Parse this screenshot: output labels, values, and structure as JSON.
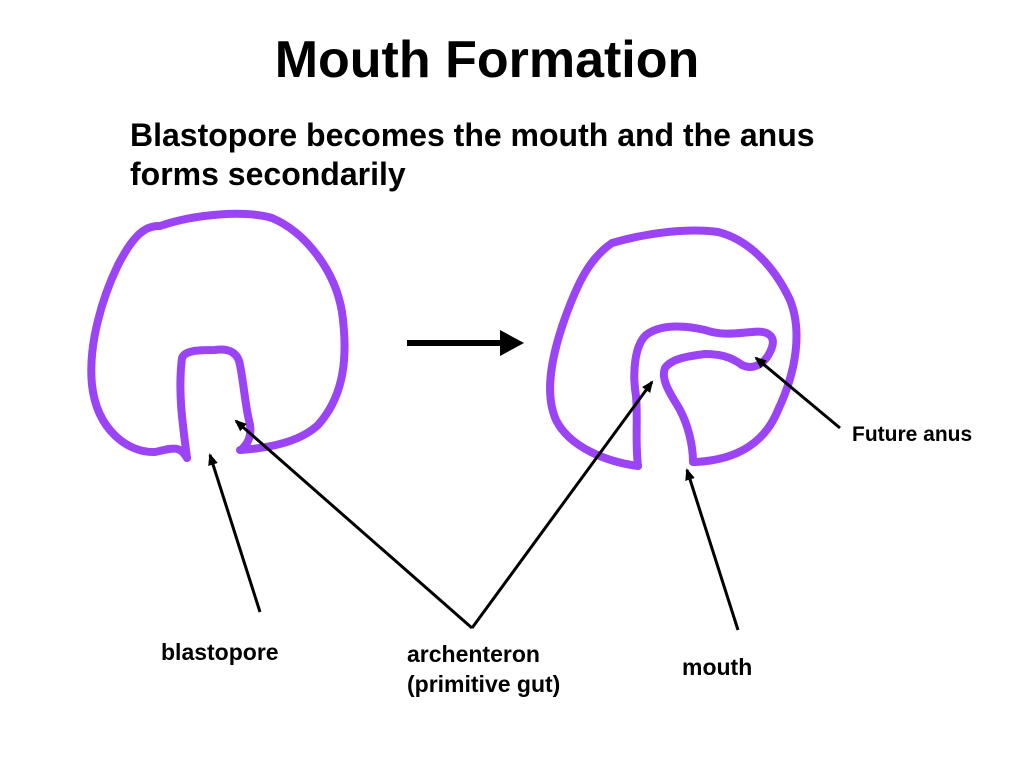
{
  "slide": {
    "title": "Mouth Formation",
    "subtitle": "Blastopore becomes the mouth and the anus forms secondarily"
  },
  "labels": {
    "blastopore": "blastopore",
    "archenteron_line1": "archenteron",
    "archenteron_line2": "(primitive gut)",
    "mouth": "mouth",
    "future_anus": "Future anus"
  },
  "colors": {
    "embryo_outline": "#9a44f5",
    "arrow": "#000000",
    "text": "#000000",
    "background": "#ffffff"
  }
}
